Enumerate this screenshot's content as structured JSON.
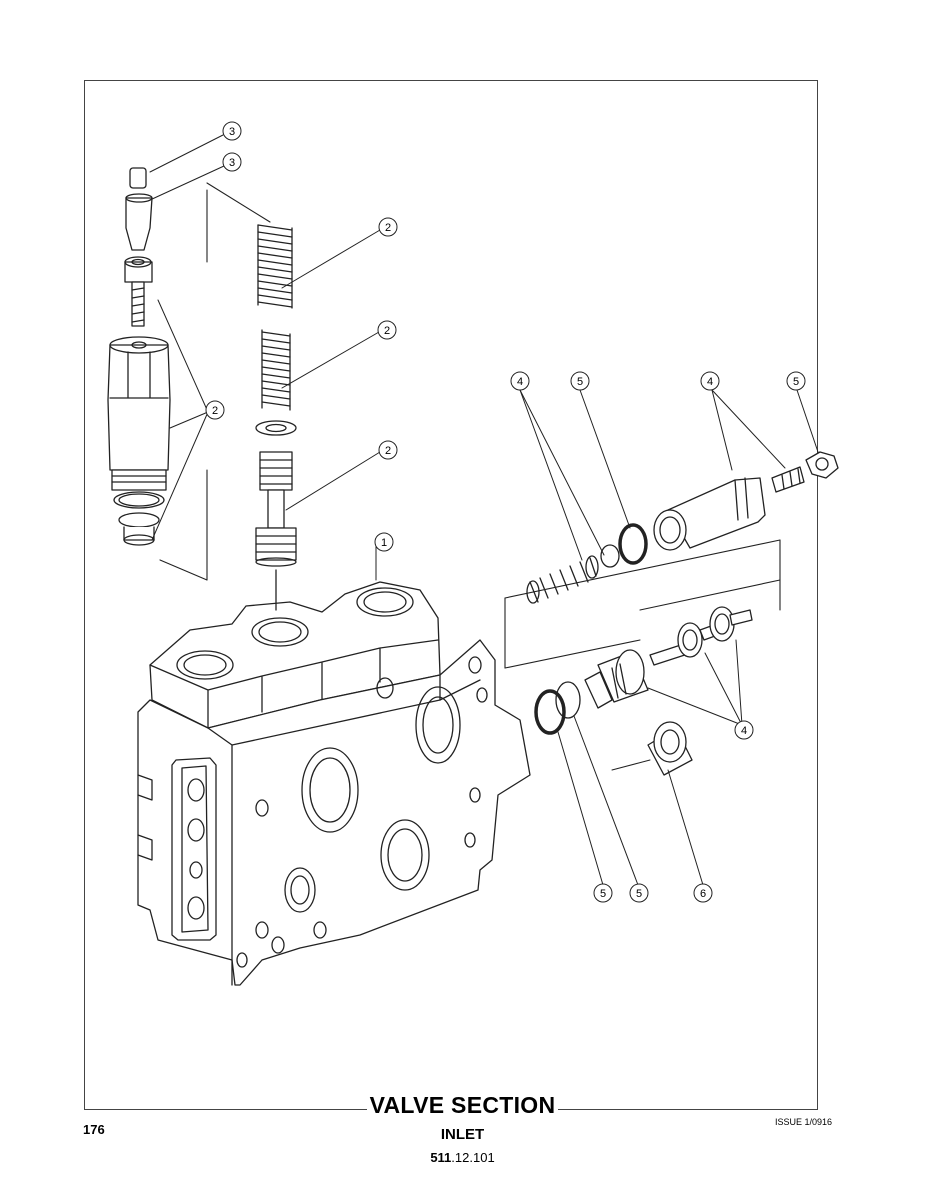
{
  "title": "VALVE SECTION",
  "subtitle": "INLET",
  "part_code_prefix": "511",
  "part_code_suffix": ".12.101",
  "page_number": "176",
  "issue": "ISSUE 1/0916",
  "callouts": [
    "3",
    "3",
    "2",
    "2",
    "2",
    "2",
    "1",
    "4",
    "5",
    "4",
    "5",
    "4",
    "5",
    "5",
    "6"
  ]
}
